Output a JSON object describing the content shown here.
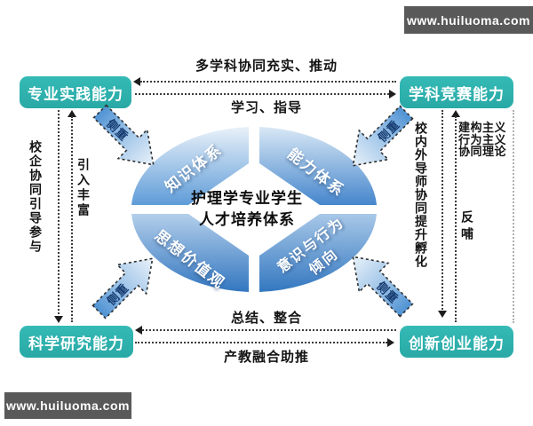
{
  "watermark": {
    "url_text": "www.huiluoma.com"
  },
  "nodes": {
    "top_left": "专业实践能力",
    "top_right": "学科竞赛能力",
    "bottom_left": "科学研究能力",
    "bottom_right": "创新创业能力"
  },
  "connectors": {
    "top_upper_label": "多学科协同充实、推动",
    "top_lower_label": "学习、指导",
    "bottom_upper_label": "总结、整合",
    "bottom_lower_label": "产教融合助推",
    "left_outer_label": "校企协同引导参与",
    "left_inner_label": "引入丰富",
    "right_inner_label": "校内外导师协同提升孵化",
    "right_outer_label": "反哺",
    "right_theories": [
      "建构主义",
      "行为主义",
      "协同理论"
    ]
  },
  "center": {
    "line1": "护理学专业学生",
    "line2": "人才培养体系"
  },
  "wedges": {
    "top_left": "知识体系",
    "top_right": "能力体系",
    "bottom_left": "思想价值观",
    "bottom_right_line1": "意识与行为",
    "bottom_right_line2": "倾向"
  },
  "emphasis_label": "侧重",
  "colors": {
    "node_teal": "#2fb3b1",
    "banner_gray": "#595959",
    "wedge_light": "#e8f0f8",
    "wedge_deep": "#3578c1",
    "emphasis_text": "#14396e"
  }
}
